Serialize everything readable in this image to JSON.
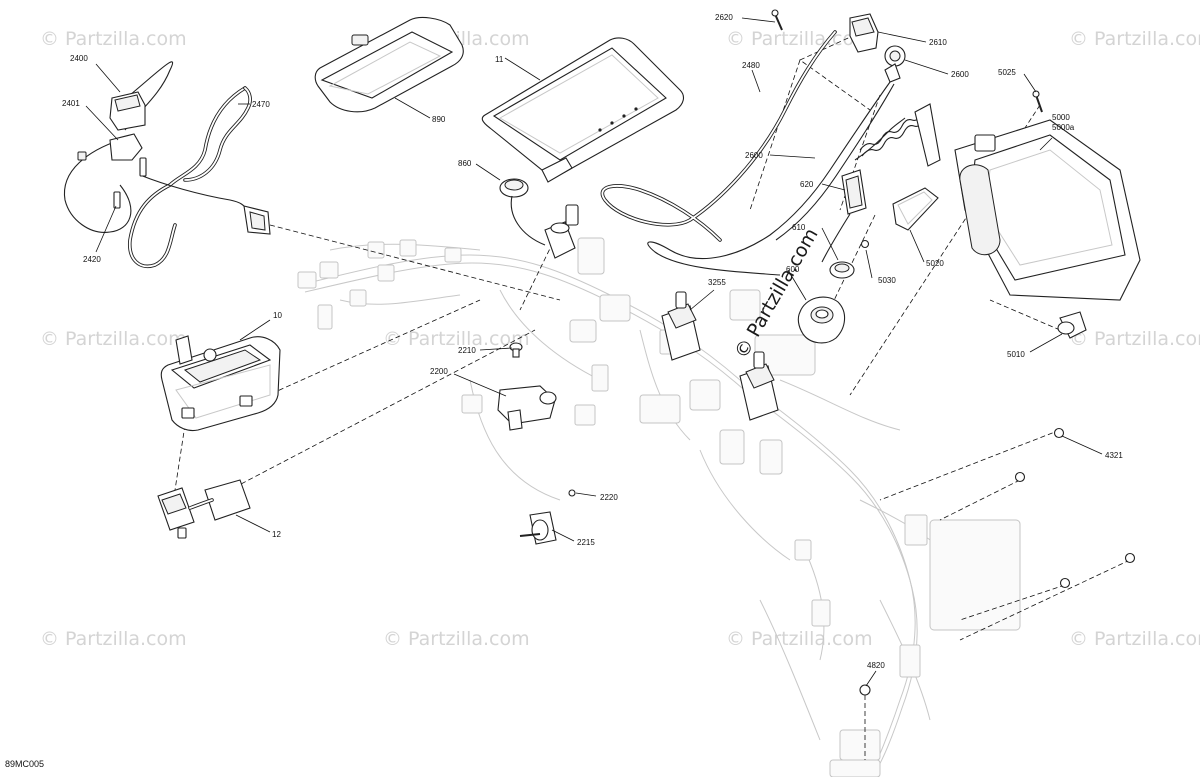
{
  "diagram": {
    "code": "89MC005",
    "watermark": "© Partzilla.com",
    "callouts": {
      "c2400": "2400",
      "c2401": "2401",
      "c2470": "2470",
      "c2420": "2420",
      "c890": "890",
      "c11": "11",
      "c860": "860",
      "c2620": "2620",
      "c2610": "2610",
      "c2600a": "2600",
      "c2480": "2480",
      "c2600b": "2600",
      "c5025": "5025",
      "c5000": "5000",
      "c5000a": "5000a",
      "c620": "620",
      "c610": "610",
      "c600": "600",
      "c5020": "5020",
      "c5030": "5030",
      "c5010": "5010",
      "c3255": "3255",
      "c10": "10",
      "c2210": "2210",
      "c2200": "2200",
      "c12": "12",
      "c2220": "2220",
      "c2215": "2215",
      "c4321": "4321",
      "c4820": "4820"
    }
  }
}
